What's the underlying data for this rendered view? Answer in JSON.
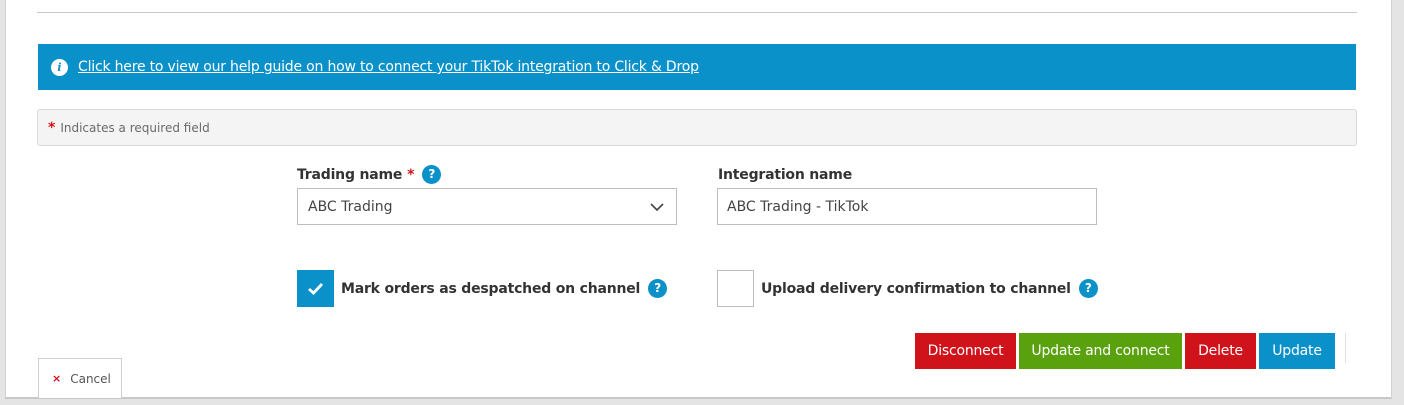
{
  "help_banner": {
    "link_text": "Click here to view our help guide on how to connect your TikTok integration to Click & Drop",
    "icon": "info-icon"
  },
  "required_note": {
    "asterisk": "*",
    "text": "Indicates a required field"
  },
  "trading_name": {
    "label": "Trading name",
    "required_marker": "*",
    "help_icon": "?",
    "selected_value": "ABC Trading"
  },
  "integration_name": {
    "label": "Integration name",
    "value": "ABC Trading - TikTok"
  },
  "options": {
    "mark_despatched": {
      "label": "Mark orders as despatched on channel",
      "checked": true,
      "help_icon": "?"
    },
    "upload_confirmation": {
      "label": "Upload delivery confirmation to channel",
      "checked": false,
      "help_icon": "?"
    }
  },
  "actions": {
    "disconnect": "Disconnect",
    "update_and_connect": "Update and connect",
    "delete": "Delete",
    "update": "Update",
    "cancel": "Cancel",
    "cancel_icon": "×"
  },
  "colors": {
    "primary_blue": "#0b91c9",
    "danger_red": "#d0121b",
    "success_green": "#5aa20d"
  }
}
